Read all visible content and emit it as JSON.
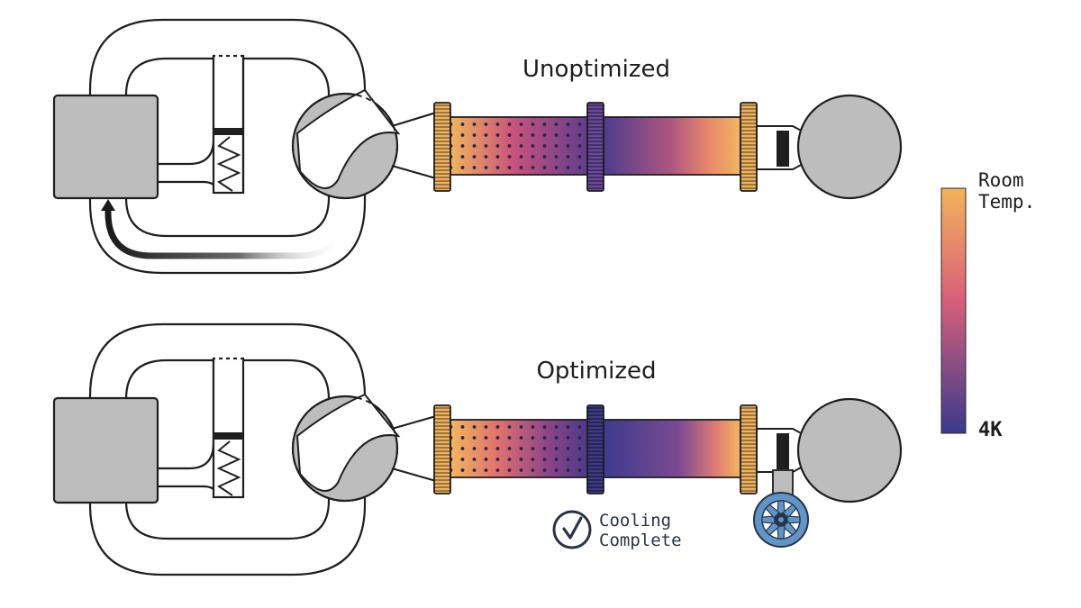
{
  "titles": {
    "unoptimized": "Unoptimized",
    "optimized": "Optimized"
  },
  "legend": {
    "top_label_line1": "Room",
    "top_label_line2": "Temp.",
    "bottom_label": "4K",
    "gradient_top_color": "#f3b45a",
    "gradient_mid_color": "#d9607a",
    "gradient_bottom_color": "#3a3a8c"
  },
  "status": {
    "line1": "Cooling",
    "line2": "Complete"
  },
  "colors": {
    "housing": "#bdbdbd",
    "outline": "#1f1f1f",
    "warm_flange": "#efb35d",
    "cold_flange": "#4b3a8a",
    "valve": "#5f95c8",
    "check_icon": "#2a3345"
  },
  "icons": {
    "status_check": "check-circle-icon",
    "valve_handle": "valve-wheel-icon",
    "return_flow": "arrow-up-icon"
  }
}
